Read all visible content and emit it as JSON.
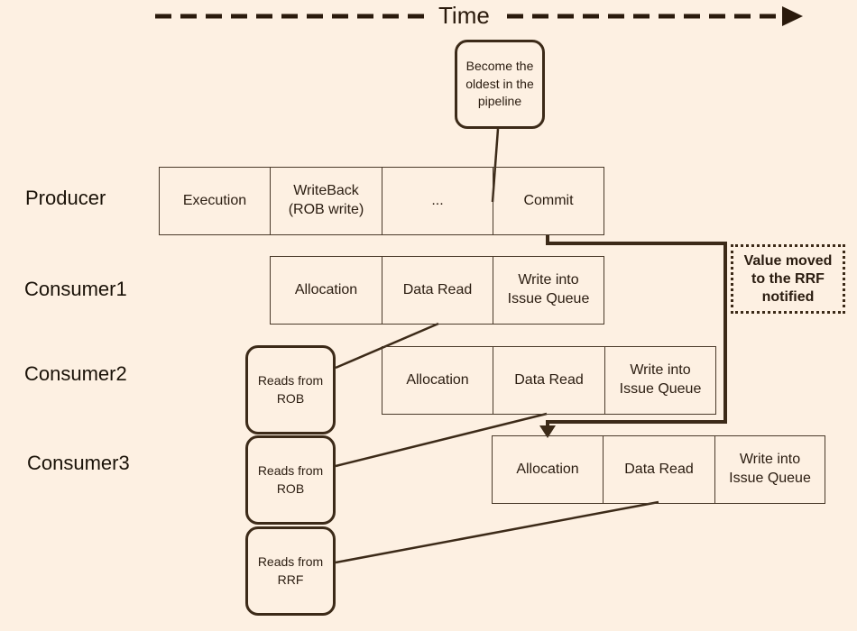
{
  "header": {
    "time_label": "Time"
  },
  "rows": {
    "producer": "Producer",
    "consumer1": "Consumer1",
    "consumer2": "Consumer2",
    "consumer3": "Consumer3"
  },
  "producer_stages": [
    "Execution",
    "WriteBack\n(ROB write)",
    "...",
    "Commit"
  ],
  "consumer1_stages": [
    "Allocation",
    "Data Read",
    "Write into\nIssue Queue"
  ],
  "consumer2_stages": [
    "Allocation",
    "Data Read",
    "Write into\nIssue Queue"
  ],
  "consumer3_stages": [
    "Allocation",
    "Data Read",
    "Write into\nIssue Queue"
  ],
  "callouts": {
    "oldest": "Become the\noldest in the\npipeline",
    "rob1": "Reads from\nROB",
    "rob2": "Reads from\nROB",
    "rrf": "Reads from\nRRF"
  },
  "note": "Value moved\nto the RRF\nnotified",
  "colors": {
    "background": "#fdf0e2",
    "lines": "#3c2a18",
    "box_border": "#4a3a2a"
  }
}
